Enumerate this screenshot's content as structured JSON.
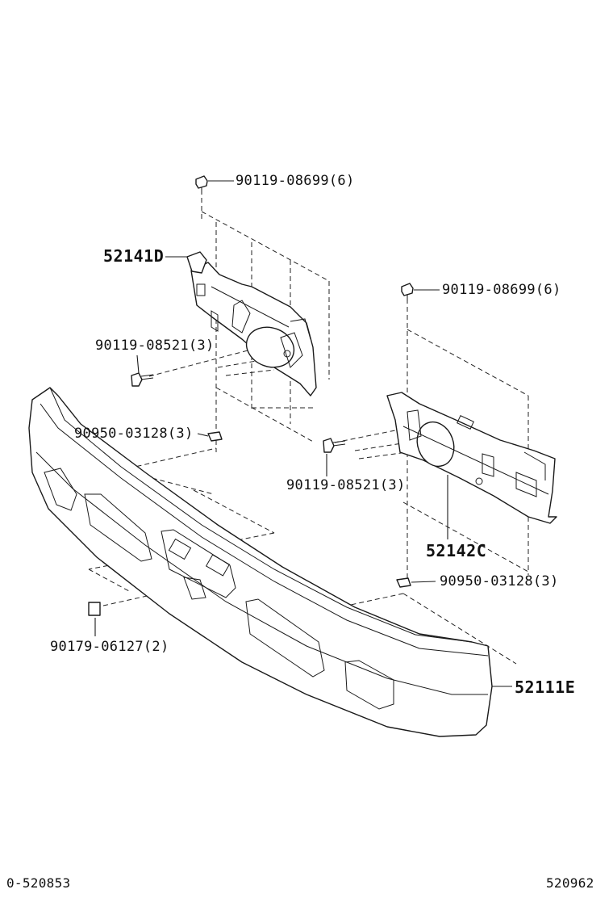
{
  "labels": {
    "bolt_top_left": "90119-08699(6)",
    "bolt_top_right": "90119-08699(6)",
    "bracket_left": "52141D",
    "bracket_right": "52142C",
    "bolt_mid_left": "90119-08521(3)",
    "bolt_mid_right": "90119-08521(3)",
    "nut_left": "90950-03128(3)",
    "nut_right": "90950-03128(3)",
    "clip": "90179-06127(2)",
    "bumper": "52111E"
  },
  "footer": {
    "left_code": "0-520853",
    "right_code": "520962"
  }
}
